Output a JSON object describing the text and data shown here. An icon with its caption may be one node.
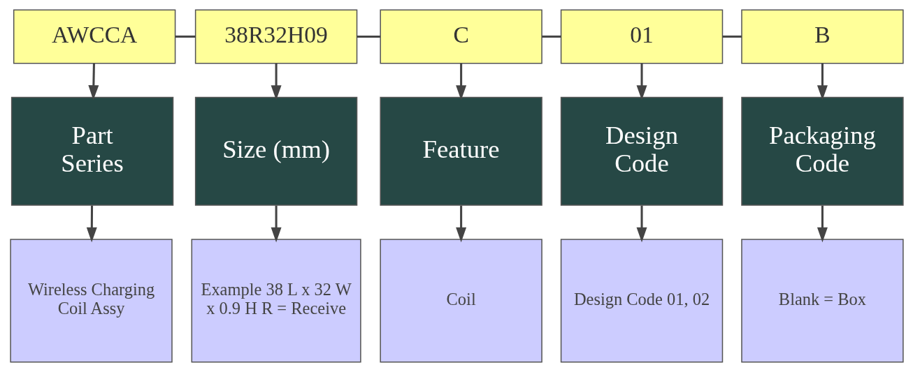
{
  "diagram": {
    "nodes": [
      {
        "text": [
          "AWCCA"
        ]
      },
      {
        "text": [
          "38R32H09"
        ]
      },
      {
        "text": [
          "C"
        ]
      },
      {
        "text": [
          "01"
        ]
      },
      {
        "text": [
          "B"
        ]
      },
      {
        "text": [
          "Part Series"
        ]
      },
      {
        "text": [
          "Size (mm)"
        ]
      },
      {
        "text": [
          "Feature"
        ]
      },
      {
        "text": [
          "Design Code"
        ]
      },
      {
        "text": [
          "Packaging Code"
        ]
      },
      {
        "text": [
          "Wireless Charging Coil Assy"
        ]
      },
      {
        "text": [
          "Example 38 L x 32 W x 0.9 H R = Receive"
        ]
      },
      {
        "text": [
          "Coil"
        ]
      },
      {
        "text": [
          "Design Code 01, 02"
        ]
      },
      {
        "text": [
          "Blank = Box"
        ]
      }
    ],
    "edges": [
      {
        "from": 0,
        "to": 1,
        "arrow": "none"
      },
      {
        "from": 1,
        "to": 2,
        "arrow": "none"
      },
      {
        "from": 2,
        "to": 3,
        "arrow": "none"
      },
      {
        "from": 3,
        "to": 4,
        "arrow": "none"
      },
      {
        "from": 0,
        "to": 5,
        "arrow": "to"
      },
      {
        "from": 1,
        "to": 6,
        "arrow": "to"
      },
      {
        "from": 2,
        "to": 7,
        "arrow": "to"
      },
      {
        "from": 3,
        "to": 8,
        "arrow": "to"
      },
      {
        "from": 4,
        "to": 9,
        "arrow": "to"
      },
      {
        "from": 5,
        "to": 10,
        "arrow": "to"
      },
      {
        "from": 6,
        "to": 11,
        "arrow": "to"
      },
      {
        "from": 7,
        "to": 12,
        "arrow": "to"
      },
      {
        "from": 8,
        "to": 13,
        "arrow": "to"
      },
      {
        "from": 9,
        "to": 14,
        "arrow": "to"
      }
    ]
  }
}
